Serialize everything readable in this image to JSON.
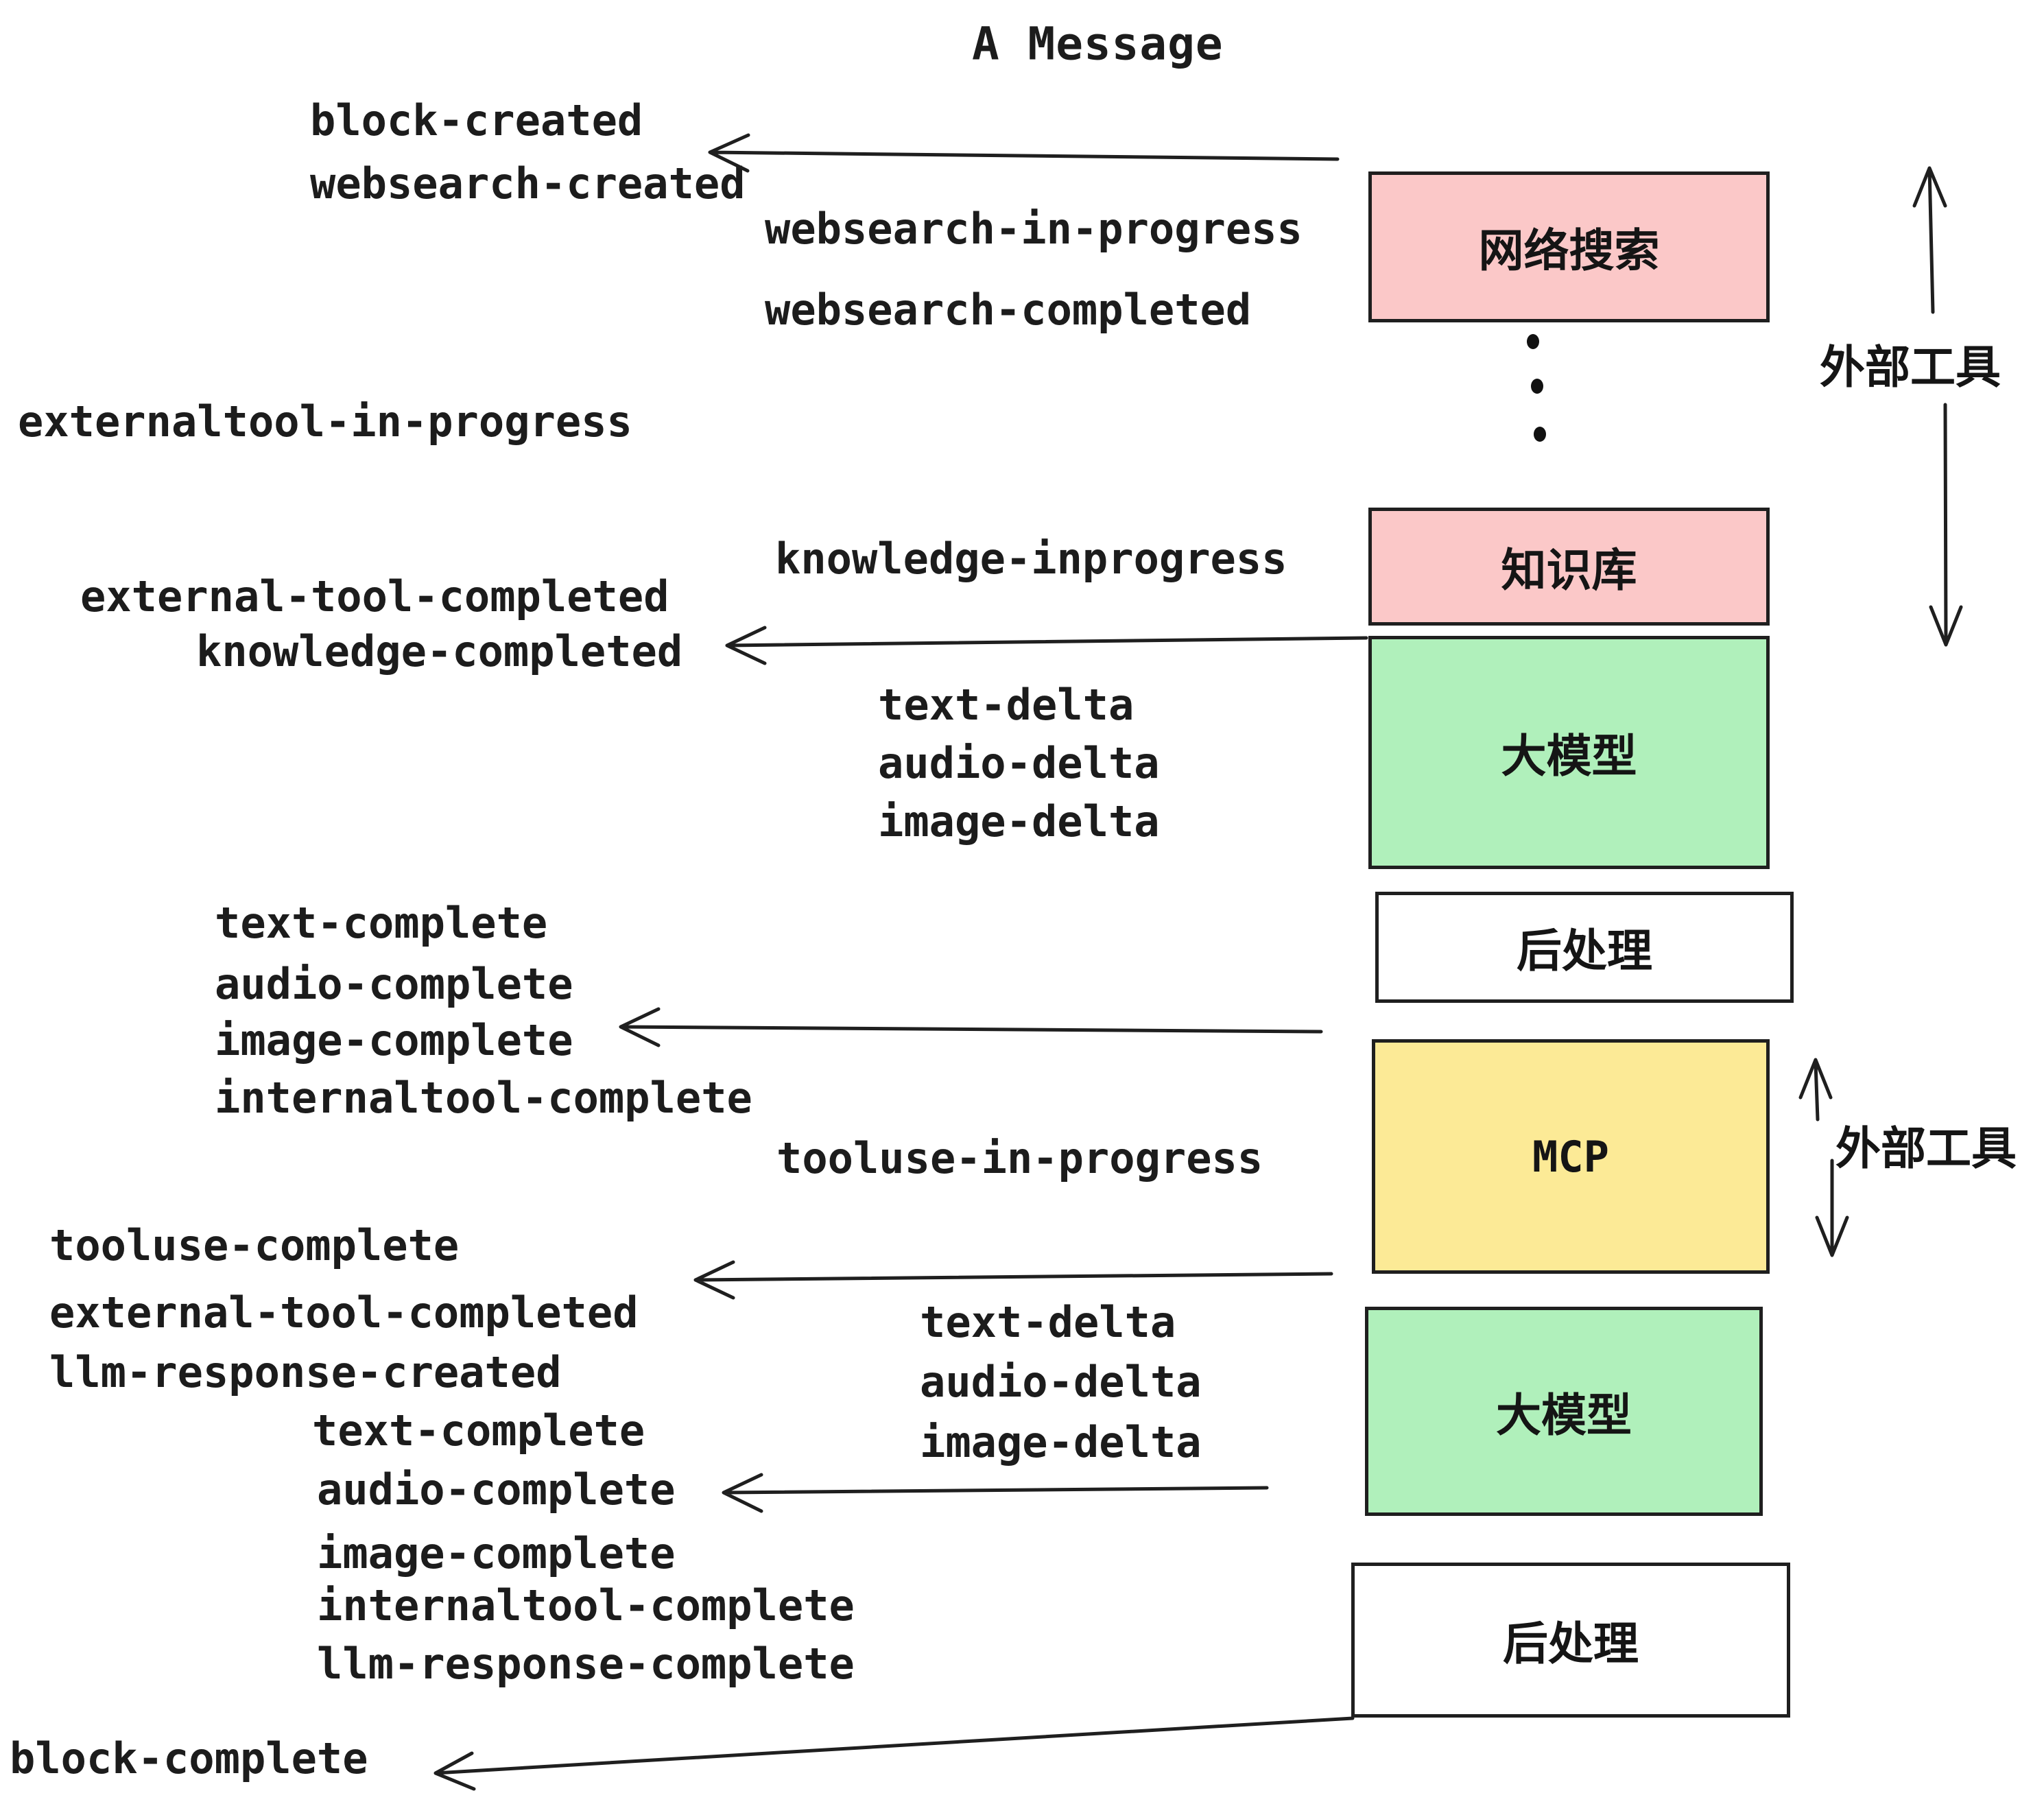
{
  "title": "A Message",
  "colors": {
    "external_tool_box": "#fbc8c8",
    "llm_box": "#b0f0bb",
    "mcp_box": "#fcea96",
    "postprocess_box": "#ffffff",
    "ink": "#1f1f1f"
  },
  "boxes": [
    {
      "label": "网络搜索"
    },
    {
      "label": "知识库"
    },
    {
      "label": "大模型"
    },
    {
      "label": "后处理"
    },
    {
      "label": "MCP"
    },
    {
      "label": "大模型"
    },
    {
      "label": "后处理"
    }
  ],
  "events": [
    {
      "text": "block-created"
    },
    {
      "text": "websearch-created"
    },
    {
      "text": "websearch-in-progress"
    },
    {
      "text": "websearch-completed"
    },
    {
      "text": "externaltool-in-progress"
    },
    {
      "text": "knowledge-inprogress"
    },
    {
      "text": "external-tool-completed"
    },
    {
      "text": "knowledge-completed"
    },
    {
      "text": "text-delta"
    },
    {
      "text": "audio-delta"
    },
    {
      "text": "image-delta"
    },
    {
      "text": "text-complete"
    },
    {
      "text": "audio-complete"
    },
    {
      "text": "image-complete"
    },
    {
      "text": "internaltool-complete"
    },
    {
      "text": "tooluse-in-progress"
    },
    {
      "text": "tooluse-complete"
    },
    {
      "text": "external-tool-completed"
    },
    {
      "text": "text-delta"
    },
    {
      "text": "llm-response-created"
    },
    {
      "text": "audio-delta"
    },
    {
      "text": "text-complete"
    },
    {
      "text": "image-delta"
    },
    {
      "text": "audio-complete"
    },
    {
      "text": "image-complete"
    },
    {
      "text": "internaltool-complete"
    },
    {
      "text": "llm-response-complete"
    },
    {
      "text": "block-complete"
    }
  ],
  "side_labels": [
    {
      "text": "外部工具"
    },
    {
      "text": "外部工具"
    }
  ],
  "ellipsis": {
    "dot_count": 3
  }
}
